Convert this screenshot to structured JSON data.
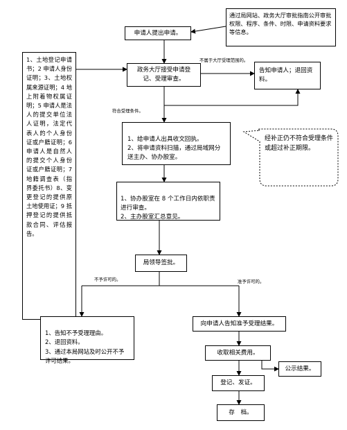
{
  "info_box": "通过局网站、政务大厅审批指南公开审批权限、程序、条件、时限、申请资料要求等信息。",
  "applicant_box": "申请人提出申请。",
  "requirements_box": "1、土地登记申请书；2 申请人身份证明；3、土地权属来源证明；4 地上附着物权属证明；5 申请人是法人的提交单位法人证明，法定代表人的个人身份证或户籍证明；6 申请人是自然人的提交个人身份证或户籍证明；7 地籍调查表（指界委托书）8、变更登记的提供原土地使用证；9 抵押登记的提供抵款合同、评估报告。",
  "hall_box": "政务大厅接受申请登记、受理审查。",
  "label_not_scope": "不属于大厅受理范围的。",
  "inform_box": "告知申请人；退回资料。",
  "label_meets": "符合受理条件。",
  "receipt_box": "1、给申请人出具收文回执。\n2、将申请资料扫描，通过局域网分送主办、协办股室。",
  "callout_box": "经补正仍不符合受理条件或超过补正期限。",
  "review_box": "1、协办股室在 8 个工作日内依职责进行审查。\n2、主办股室汇总意见。",
  "leader_box": "局领导签批。",
  "label_not_permit": "不予许可的。",
  "label_permit": "准予许可的。",
  "reject_box": "1、告知不予受理理由。\n2、退回资料。\n3、通过本局网站及时公开不予许可结果。",
  "notify_box": "向申请人告知准予受理结果。",
  "fee_box": "收取相关费用。",
  "publish_box": "公示结果。",
  "register_box": "登记、发证。",
  "archive_box": "存　档。"
}
